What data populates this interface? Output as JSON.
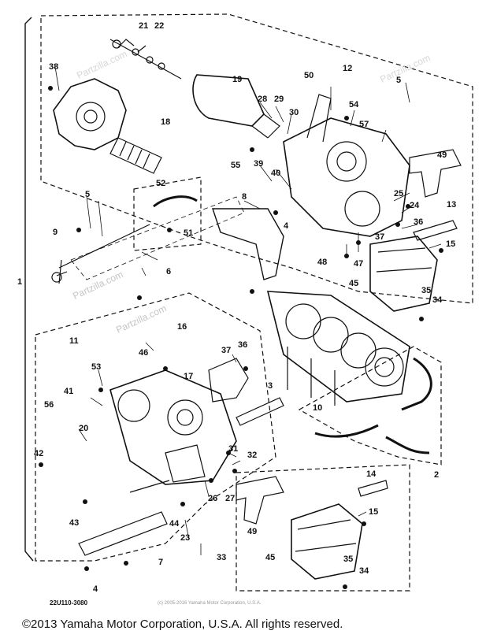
{
  "footer": {
    "copyright": "©2013 Yamaha Motor Corporation, U.S.A. All rights reserved."
  },
  "diagram": {
    "code": "22U110-3080",
    "credit": "(c) 2005-2016 Yamaha Motor Corporation, U.S.A.",
    "watermark": "Partzilla.com",
    "part_labels": [
      "1",
      "2",
      "3",
      "4",
      "5",
      "6",
      "7",
      "8",
      "9",
      "10",
      "11",
      "12",
      "13",
      "14",
      "15",
      "16",
      "17",
      "18",
      "19",
      "20",
      "21",
      "22",
      "23",
      "24",
      "25",
      "26",
      "27",
      "28",
      "29",
      "30",
      "31",
      "32",
      "33",
      "34",
      "35",
      "36",
      "37",
      "38",
      "39",
      "40",
      "41",
      "42",
      "43",
      "44",
      "45",
      "46",
      "47",
      "48",
      "49",
      "50",
      "51",
      "52",
      "53",
      "54",
      "55",
      "56",
      "57"
    ]
  },
  "colors": {
    "ink": "#111111",
    "paper": "#ffffff",
    "watermark": "#d7d7d7"
  }
}
